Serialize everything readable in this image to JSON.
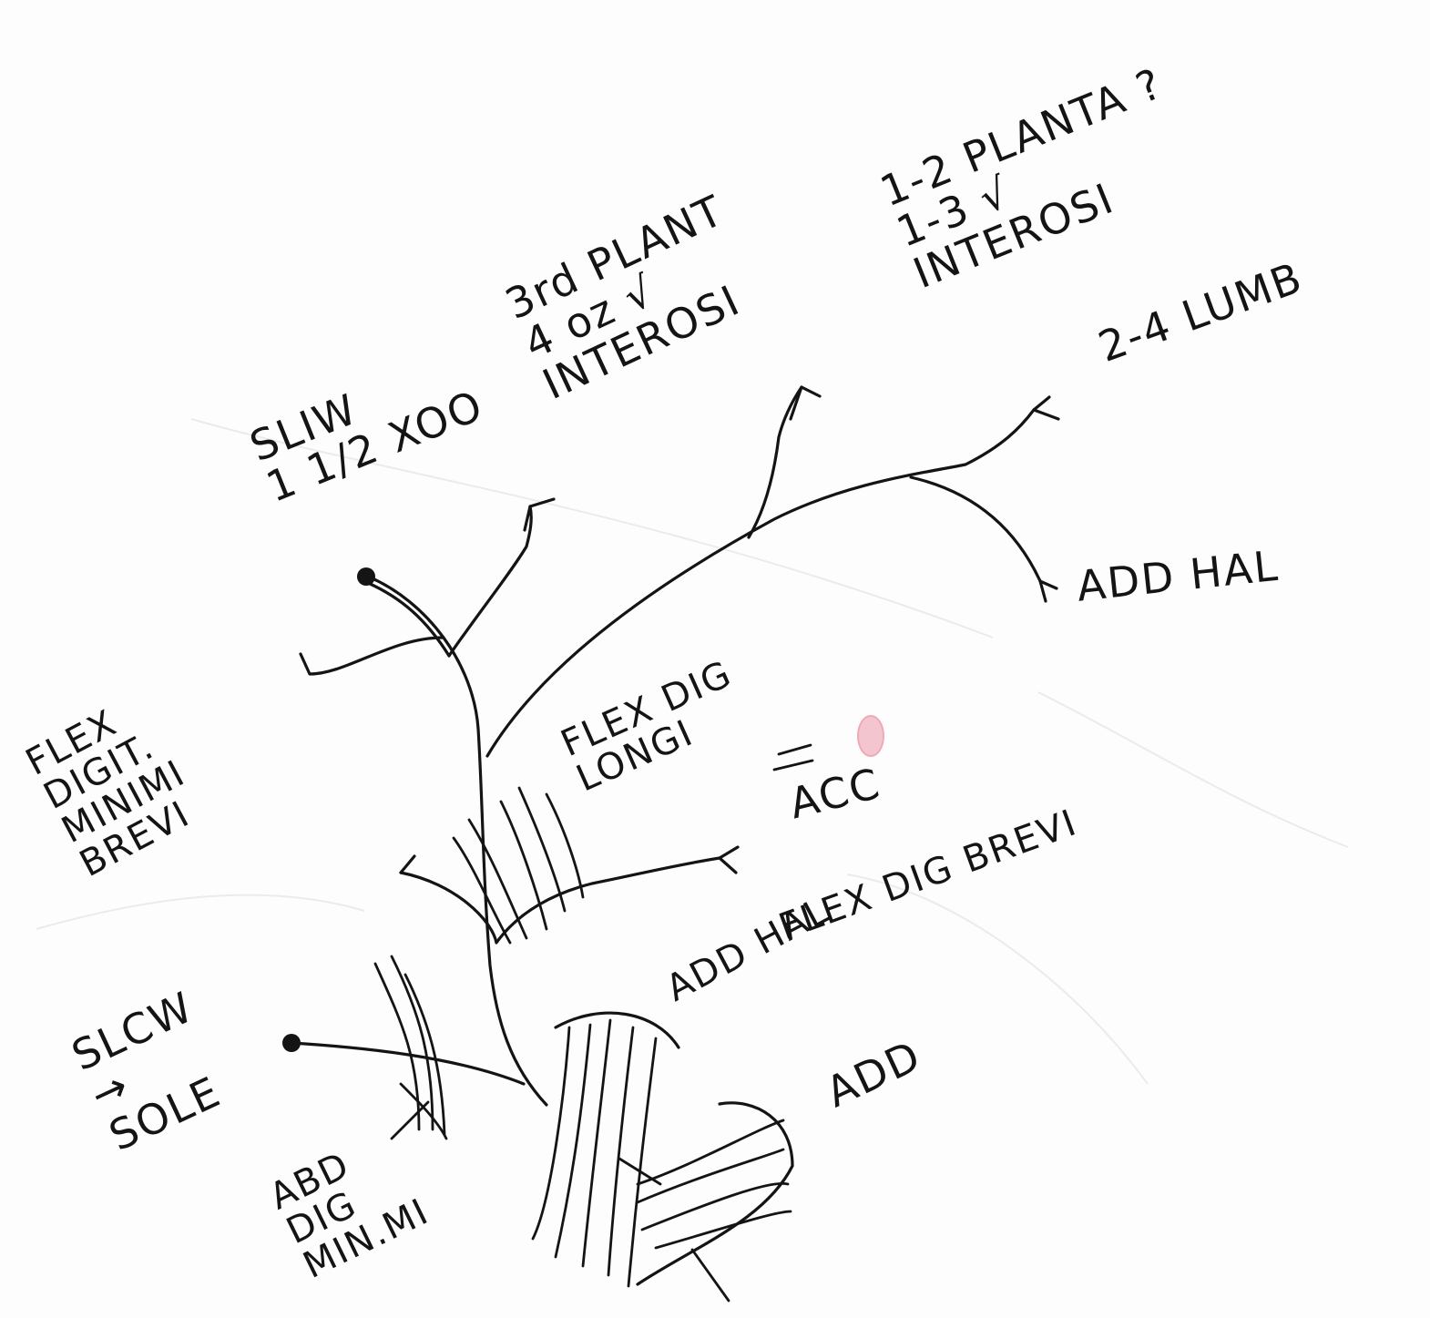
{
  "labels": {
    "upper_a": [
      "SLIW",
      "1 1/2 XOO"
    ],
    "upper_b": [
      "3rd PLANT",
      "4 oz √",
      "INTEROSI"
    ],
    "upper_c": [
      "1-2 PLANTA ?",
      "1-3 √",
      "INTEROSI"
    ],
    "lumb": "2-4 LUMB",
    "add_hal_upper": "ADD HAL",
    "flex_min": [
      "FLEX",
      "DIGIT.",
      "MINIMI",
      "BREVI"
    ],
    "flex_long": [
      "FLEX DIG",
      "LONGI"
    ],
    "acc": "ACC",
    "flex_brevi": [
      "FLEX DIG BREVI"
    ],
    "add_hal_lower": [
      "ADD HAL"
    ],
    "add_lower": "ADD",
    "sign_sole": [
      "SLCW",
      "→",
      "SOLE"
    ],
    "abd": [
      "ABD",
      "DIG",
      "MIN.MI"
    ]
  },
  "stain_color": "#f3c6cf"
}
